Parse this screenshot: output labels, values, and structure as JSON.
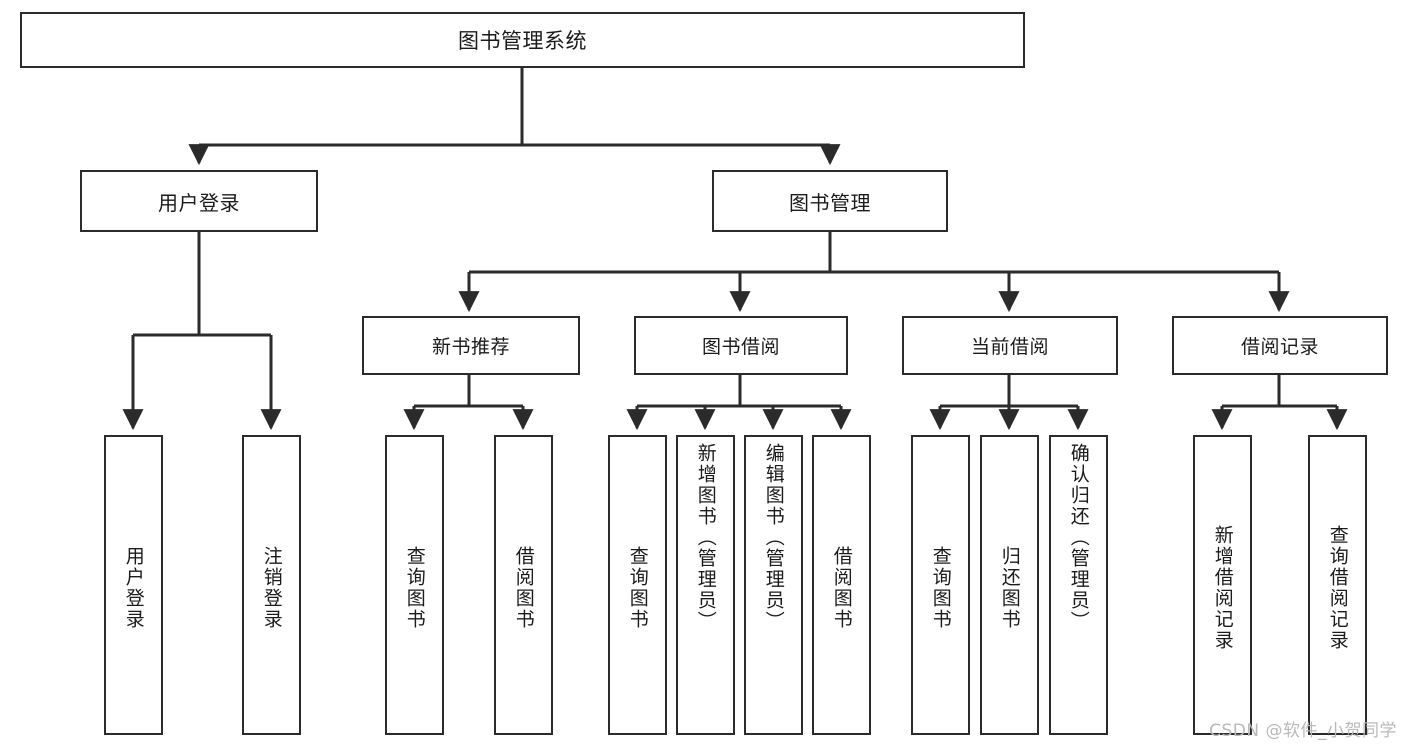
{
  "diagram": {
    "title": "图书管理系统",
    "type": "tree-hierarchy-chart",
    "line_color": "#2b2b2b",
    "box_fill": "#ffffff",
    "text_color": "#1b1b1b"
  },
  "root": {
    "label": "图书管理系统"
  },
  "branches": [
    {
      "label": "用户登录",
      "leaves": [
        {
          "label": "用户登录"
        },
        {
          "label": "注销登录"
        }
      ]
    },
    {
      "label": "图书管理",
      "children": [
        {
          "label": "新书推荐",
          "leaves": [
            {
              "label": "查询图书"
            },
            {
              "label": "借阅图书"
            }
          ]
        },
        {
          "label": "图书借阅",
          "leaves": [
            {
              "label": "查询图书"
            },
            {
              "label": "新增图书（管理员）"
            },
            {
              "label": "编辑图书（管理员）"
            },
            {
              "label": "借阅图书"
            }
          ]
        },
        {
          "label": "当前借阅",
          "leaves": [
            {
              "label": "查询图书"
            },
            {
              "label": "归还图书"
            },
            {
              "label": "确认归还（管理员）"
            }
          ]
        },
        {
          "label": "借阅记录",
          "leaves": [
            {
              "label": "新增借阅记录"
            },
            {
              "label": "查询借阅记录"
            }
          ]
        }
      ]
    }
  ],
  "watermark": {
    "text": "CSDN @软件_小贺同学"
  }
}
